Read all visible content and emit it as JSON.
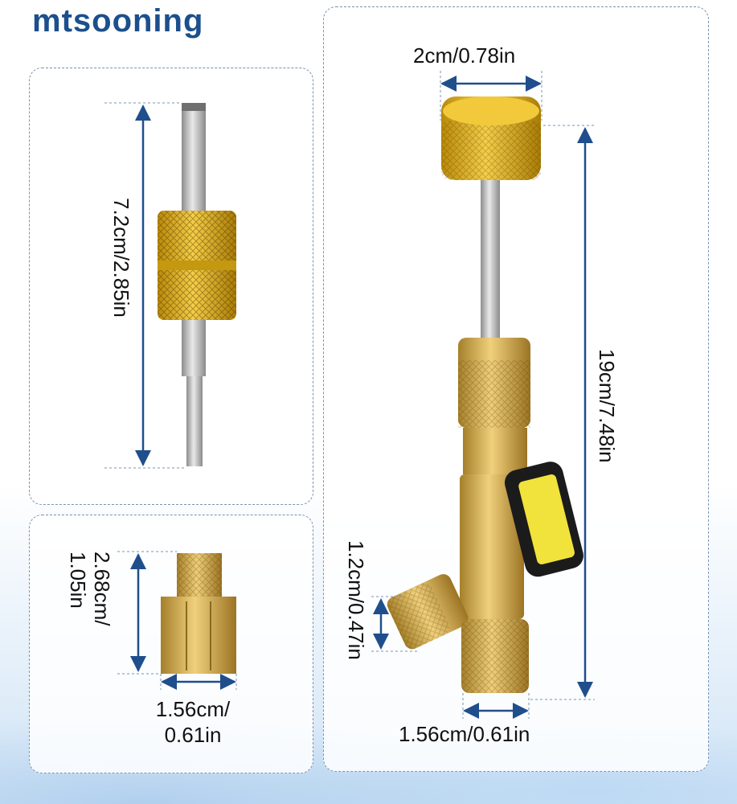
{
  "brand": {
    "name": "mtsooning"
  },
  "panels": {
    "core_tool": {
      "length_label": "7.2cm/2.85in"
    },
    "adapter": {
      "height_label_lines": [
        "2.68cm/",
        "1.05in"
      ],
      "width_label_lines": [
        "1.56cm/",
        "0.61in"
      ]
    },
    "valve_tool": {
      "knob_width_label": "2cm/0.78in",
      "total_length_label": "19cm/7.48in",
      "side_port_label": "1.2cm/0.47in",
      "base_width_label": "1.56cm/0.61in"
    }
  },
  "colors": {
    "arrow": "#1f4e8c",
    "brass": "#d4a83a",
    "gold": "#e2b318",
    "handle": "#f2e33c",
    "steel": "#b9b9b9"
  }
}
